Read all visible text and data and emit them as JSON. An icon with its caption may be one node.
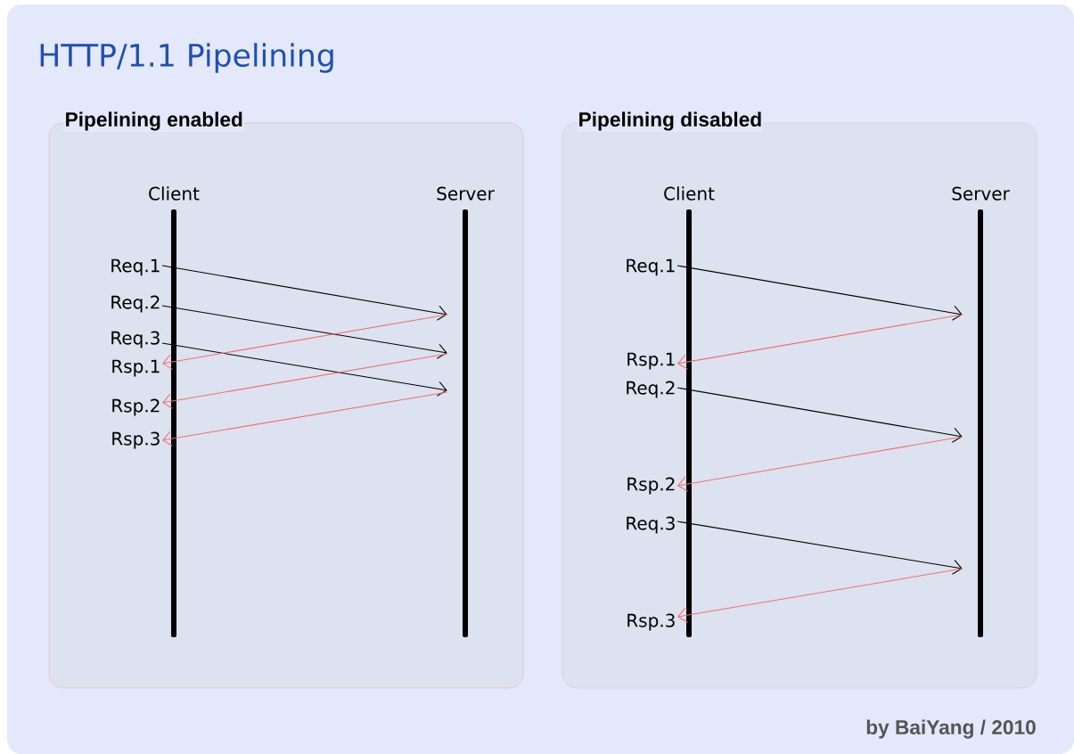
{
  "diagram": {
    "title": "HTTP/1.1 Pipelining",
    "nodes": [
      {
        "text": [
          "Pipelining enabled"
        ]
      },
      {
        "text": [
          "Client"
        ],
        "in": 0
      },
      {
        "text": [
          "Server"
        ],
        "in": 0
      },
      {
        "text": [
          "Req.1"
        ],
        "in": 0
      },
      {
        "text": [
          "Req.2"
        ],
        "in": 0
      },
      {
        "text": [
          "Req.3"
        ],
        "in": 0
      },
      {
        "text": [
          "Rsp.1"
        ],
        "in": 0
      },
      {
        "text": [
          "Rsp.2"
        ],
        "in": 0
      },
      {
        "text": [
          "Rsp.3"
        ],
        "in": 0
      },
      {
        "text": [
          "Pipelining disabled"
        ]
      },
      {
        "text": [
          "Client"
        ],
        "in": 9
      },
      {
        "text": [
          "Server"
        ],
        "in": 9
      },
      {
        "text": [
          "Req.1"
        ],
        "in": 9
      },
      {
        "text": [
          "Rsp.1"
        ],
        "in": 9
      },
      {
        "text": [
          "Req.2"
        ],
        "in": 9
      },
      {
        "text": [
          "Rsp.2"
        ],
        "in": 9
      },
      {
        "text": [
          "Req.3"
        ],
        "in": 9
      },
      {
        "text": [
          "Rsp.3"
        ],
        "in": 9
      }
    ],
    "edges": [
      {
        "from": 3,
        "to": 2,
        "arrow": "to"
      },
      {
        "from": 4,
        "to": 2,
        "arrow": "to"
      },
      {
        "from": 5,
        "to": 2,
        "arrow": "to"
      },
      {
        "from": 2,
        "to": 6,
        "arrow": "to",
        "color": "#f07070"
      },
      {
        "from": 2,
        "to": 7,
        "arrow": "to",
        "color": "#f07070"
      },
      {
        "from": 2,
        "to": 8,
        "arrow": "to",
        "color": "#f07070"
      },
      {
        "from": 12,
        "to": 11,
        "arrow": "to"
      },
      {
        "from": 11,
        "to": 13,
        "arrow": "to",
        "color": "#f07070"
      },
      {
        "from": 14,
        "to": 11,
        "arrow": "to"
      },
      {
        "from": 11,
        "to": 15,
        "arrow": "to",
        "color": "#f07070"
      },
      {
        "from": 16,
        "to": 11,
        "arrow": "to"
      },
      {
        "from": 11,
        "to": 17,
        "arrow": "to",
        "color": "#f07070"
      }
    ],
    "labels": [
      "by BaiYang / 2010"
    ]
  }
}
